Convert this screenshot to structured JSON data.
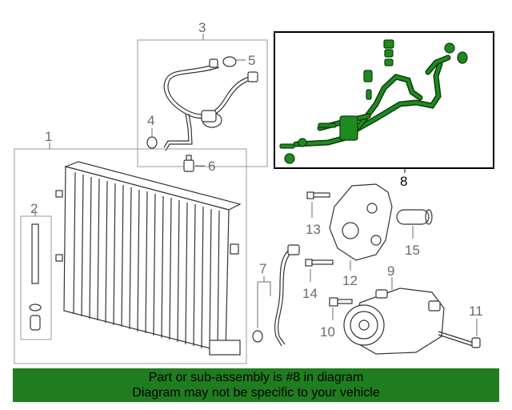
{
  "callouts": {
    "c1": "1",
    "c2": "2",
    "c3": "3",
    "c4": "4",
    "c5": "5",
    "c6": "6",
    "c7": "7",
    "c8": "8",
    "c9": "9",
    "c10": "10",
    "c11": "11",
    "c12": "12",
    "c13": "13",
    "c14": "14",
    "c15": "15"
  },
  "highlighted_part": "8",
  "colors": {
    "highlight": "#1f8a1f",
    "banner": "#1f7d1f"
  },
  "banner": {
    "line1": "Part or sub-assembly is #8 in diagram",
    "line2": "Diagram may not be specific to your vehicle"
  }
}
